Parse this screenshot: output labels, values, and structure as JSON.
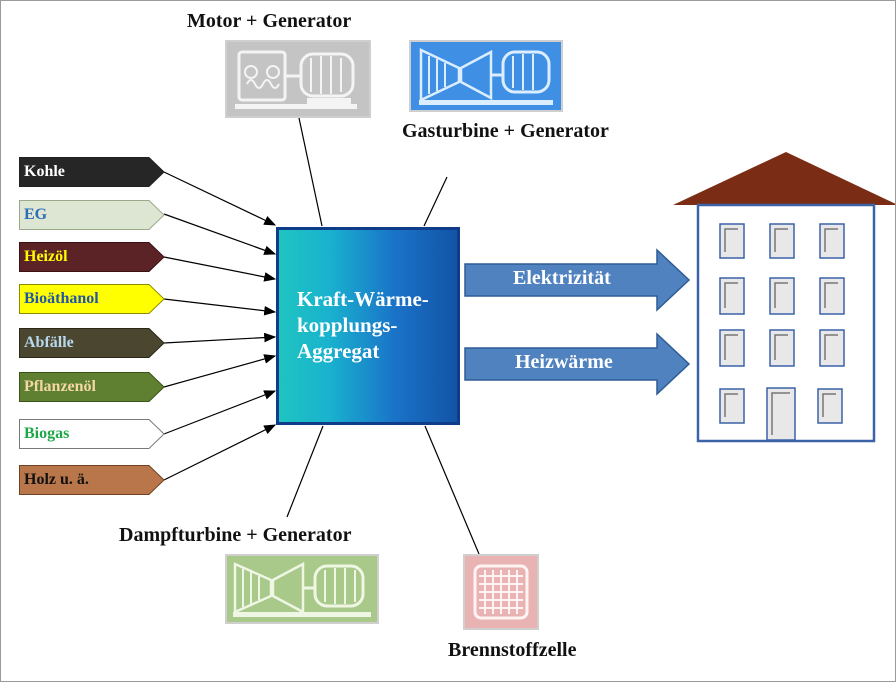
{
  "machines": {
    "motor_generator": "Motor + Generator",
    "gas_turbine_generator": "Gasturbine + Generator",
    "steam_turbine_generator": "Dampfturbine + Generator",
    "fuel_cell": "Brennstoffzelle"
  },
  "fuels": [
    {
      "label": "Kohle",
      "fill": "#262626",
      "text_color": "#ffffff"
    },
    {
      "label": "EG",
      "fill": "#dde6d2",
      "text_color": "#2b6cb8"
    },
    {
      "label": "Heizöl",
      "fill": "#5c2326",
      "text_color": "#ffff00"
    },
    {
      "label": "Bioäthanol",
      "fill": "#ffff00",
      "text_color": "#2255a8"
    },
    {
      "label": "Abfälle",
      "fill": "#4a4630",
      "text_color": "#b9d8ec"
    },
    {
      "label": "Pflanzenöl",
      "fill": "#5e8030",
      "text_color": "#f5d7a7"
    },
    {
      "label": "Biogas",
      "fill": "#ffffff",
      "text_color": "#1fa64a"
    },
    {
      "label": "Holz u. ä.",
      "fill": "#b8764a",
      "text_color": "#111111"
    }
  ],
  "chp_unit": {
    "line1": "Kraft-Wärme-",
    "line2": "kopplungs-",
    "line3": "Aggregat"
  },
  "outputs": {
    "electricity": "Elektrizität",
    "heat": "Heizwärme"
  },
  "colors": {
    "output_arrow": "#4f82be",
    "roof": "#7b2c14",
    "building_outline": "#3c62a8",
    "steam_icon": "#a8c98a",
    "gas_icon": "#3f8fe4",
    "fuel_cell_icon": "#eab3b3"
  }
}
